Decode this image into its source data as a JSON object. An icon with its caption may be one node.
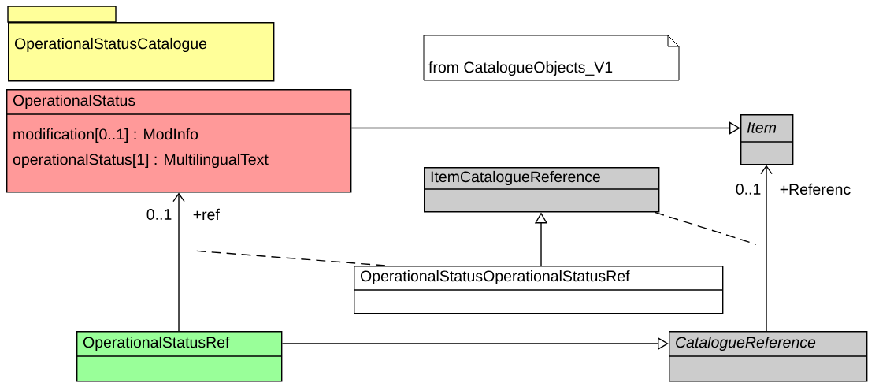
{
  "diagram": {
    "nodes": [
      {
        "text": [
          "OperationalStatusCatalogue"
        ]
      },
      {
        "text": [
          "from CatalogueObjects_V1"
        ]
      },
      {
        "text": [
          "OperationalStatus",
          "modification[0..1] : ModInfo",
          "operationalStatus[1] : MultilingualText"
        ]
      },
      {
        "text": [
          "Item"
        ]
      },
      {
        "text": [
          "ItemCatalogueReference"
        ]
      },
      {
        "text": [
          "OperationalStatusOperationalStatusRef"
        ]
      },
      {
        "text": [
          "OperationalStatusRef"
        ]
      },
      {
        "text": [
          "CatalogueReference"
        ]
      }
    ],
    "edges": [
      {
        "from": 2,
        "to": 3,
        "arrow": "to"
      },
      {
        "from": 6,
        "to": 2,
        "arrow": "to",
        "label": "+ref"
      },
      {
        "from": 7,
        "to": 3,
        "arrow": "to",
        "label": "+Referenc"
      },
      {
        "from": 5,
        "to": 4,
        "arrow": "to"
      },
      {
        "from": 6,
        "to": 7,
        "arrow": "to"
      },
      {
        "from": 5,
        "to": null,
        "arrow": "none",
        "style": "dashed"
      },
      {
        "from": 4,
        "to": null,
        "arrow": "none",
        "style": "dashed"
      }
    ],
    "labels": [
      "0..1",
      "0..1"
    ]
  }
}
